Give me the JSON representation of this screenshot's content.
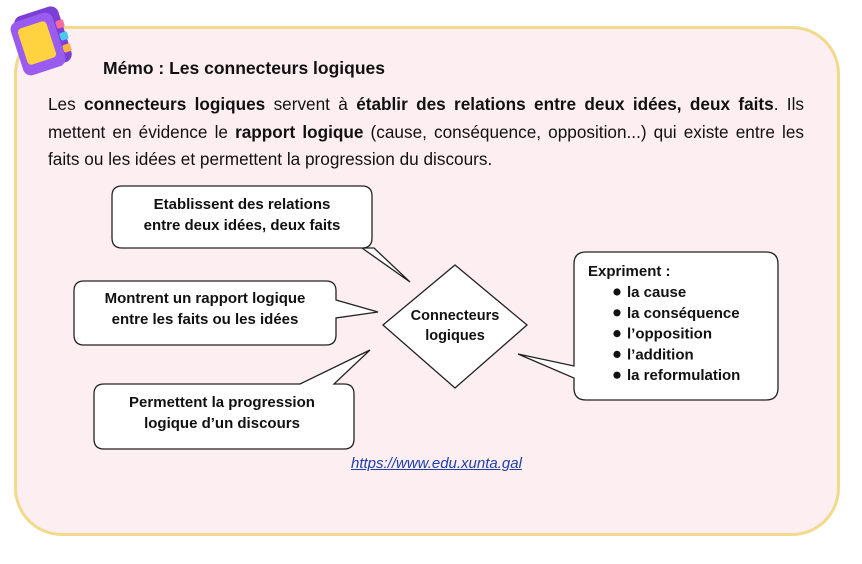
{
  "memo": {
    "title": "Mémo : Les connecteurs logiques",
    "paragraph": [
      {
        "text": "Les ",
        "bold": false
      },
      {
        "text": "connecteurs logiques",
        "bold": true
      },
      {
        "text": " servent à ",
        "bold": false
      },
      {
        "text": "établir des relations entre deux idées, deux faits",
        "bold": true
      },
      {
        "text": ". Ils mettent en évidence le ",
        "bold": false
      },
      {
        "text": "rapport logique",
        "bold": true
      },
      {
        "text": " (cause, conséquence, opposition...) qui existe entre les faits ou les idées et permettent la progression du discours.",
        "bold": false
      }
    ]
  },
  "diagram": {
    "center": [
      "Connecteurs",
      "logiques"
    ],
    "boxes": [
      {
        "id": "relations",
        "lines": [
          "Etablissent des relations",
          "entre deux idées, deux faits"
        ]
      },
      {
        "id": "rapport",
        "lines": [
          "Montrent un rapport logique",
          "entre les faits ou les idées"
        ]
      },
      {
        "id": "progression",
        "lines": [
          "Permettent la progression",
          "logique d’un discours"
        ]
      }
    ],
    "expriment": {
      "heading": "Expriment :",
      "items": [
        "la cause",
        "la conséquence",
        "l’opposition",
        "l’addition",
        "la reformulation"
      ]
    }
  },
  "source_link": "https://www.edu.xunta.gal",
  "colors": {
    "card_bg": "#fdeef2",
    "card_border": "#f3d98a",
    "link": "#1f3fa8"
  },
  "icons": {
    "header": "notebook-icon"
  }
}
